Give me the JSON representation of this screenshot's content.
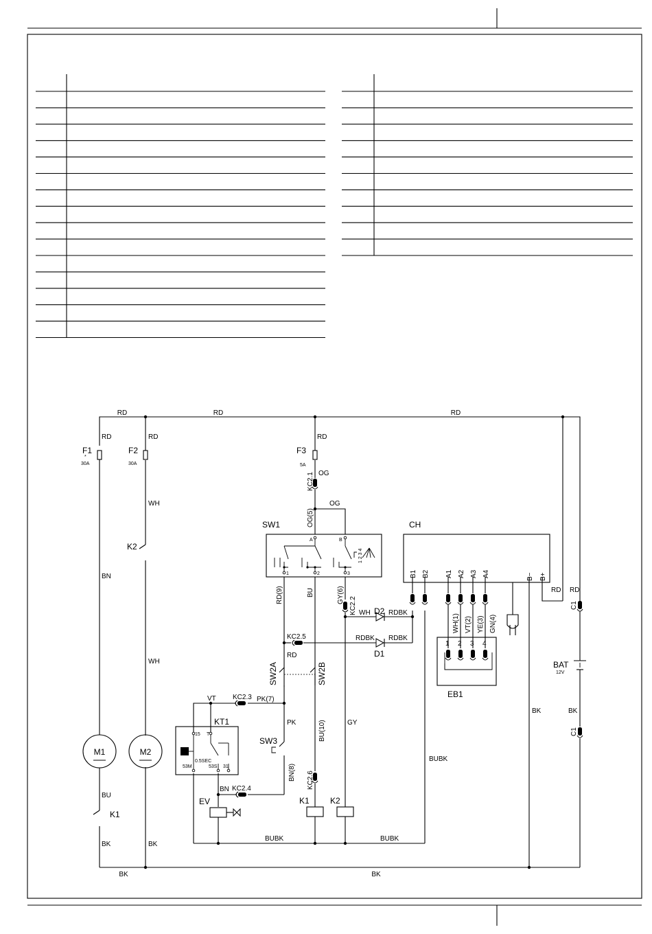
{
  "labels": {
    "rd": "RD",
    "wh": "WH",
    "bn": "BN",
    "bu": "BU",
    "bk": "BK",
    "og": "OG",
    "gy": "GY",
    "pk": "PK",
    "vt": "VT",
    "bubk": "BUBK",
    "rdbk": "RDBK",
    "f1": "F1",
    "f1_mark": "*",
    "f2": "F2",
    "f3": "F3",
    "rating_30a": "30A",
    "rating_5a": "5A",
    "k1": "K1",
    "k2": "K2",
    "m1": "M1",
    "m2": "M2",
    "sw1": "SW1",
    "sw1_a": "A",
    "sw1_b": "B",
    "sw1_1": "1",
    "sw1_2": "2",
    "sw1_3": "3",
    "sw1_steps": "1 2 3 4",
    "sw2a": "SW2A",
    "sw2b": "SW2B",
    "sw3": "SW3",
    "kt1": "KT1",
    "kt1_15": "15",
    "kt1_t": "T",
    "kt1_delay": "0.5SEC",
    "kt1_53m": "53M",
    "kt1_53s": "53S",
    "kt1_31": "31",
    "ev": "EV",
    "ch": "CH",
    "ch_b1": "B1",
    "ch_b2": "B2",
    "ch_a1": "A1",
    "ch_a2": "A2",
    "ch_a3": "A3",
    "ch_a4": "A4",
    "ch_bminus": "B−",
    "ch_bplus": "B+",
    "eb1": "EB1",
    "eb1_1": "1",
    "eb1_2": "2",
    "eb1_3": "3",
    "eb1_4": "4",
    "wh1": "WH(1)",
    "vt2": "VT(2)",
    "ye3": "YE(3)",
    "gn4": "GN(4)",
    "d1": "D1",
    "d2": "D2",
    "bat": "BAT",
    "bat_v": "12V",
    "c1": "C1",
    "kc21": "KC2.1",
    "kc22": "KC2.2",
    "kc23": "KC2.3",
    "kc24": "KC2.4",
    "kc25": "KC2.5",
    "kc26": "KC2.6",
    "og5": "OG(5)",
    "rd9": "RD(9)",
    "gy6": "GY(6)",
    "pk7": "PK(7)",
    "bn8": "BN(8)",
    "bu10": "BU(10)"
  },
  "legend_tables": {
    "left_rows": 16,
    "right_rows": 11
  }
}
